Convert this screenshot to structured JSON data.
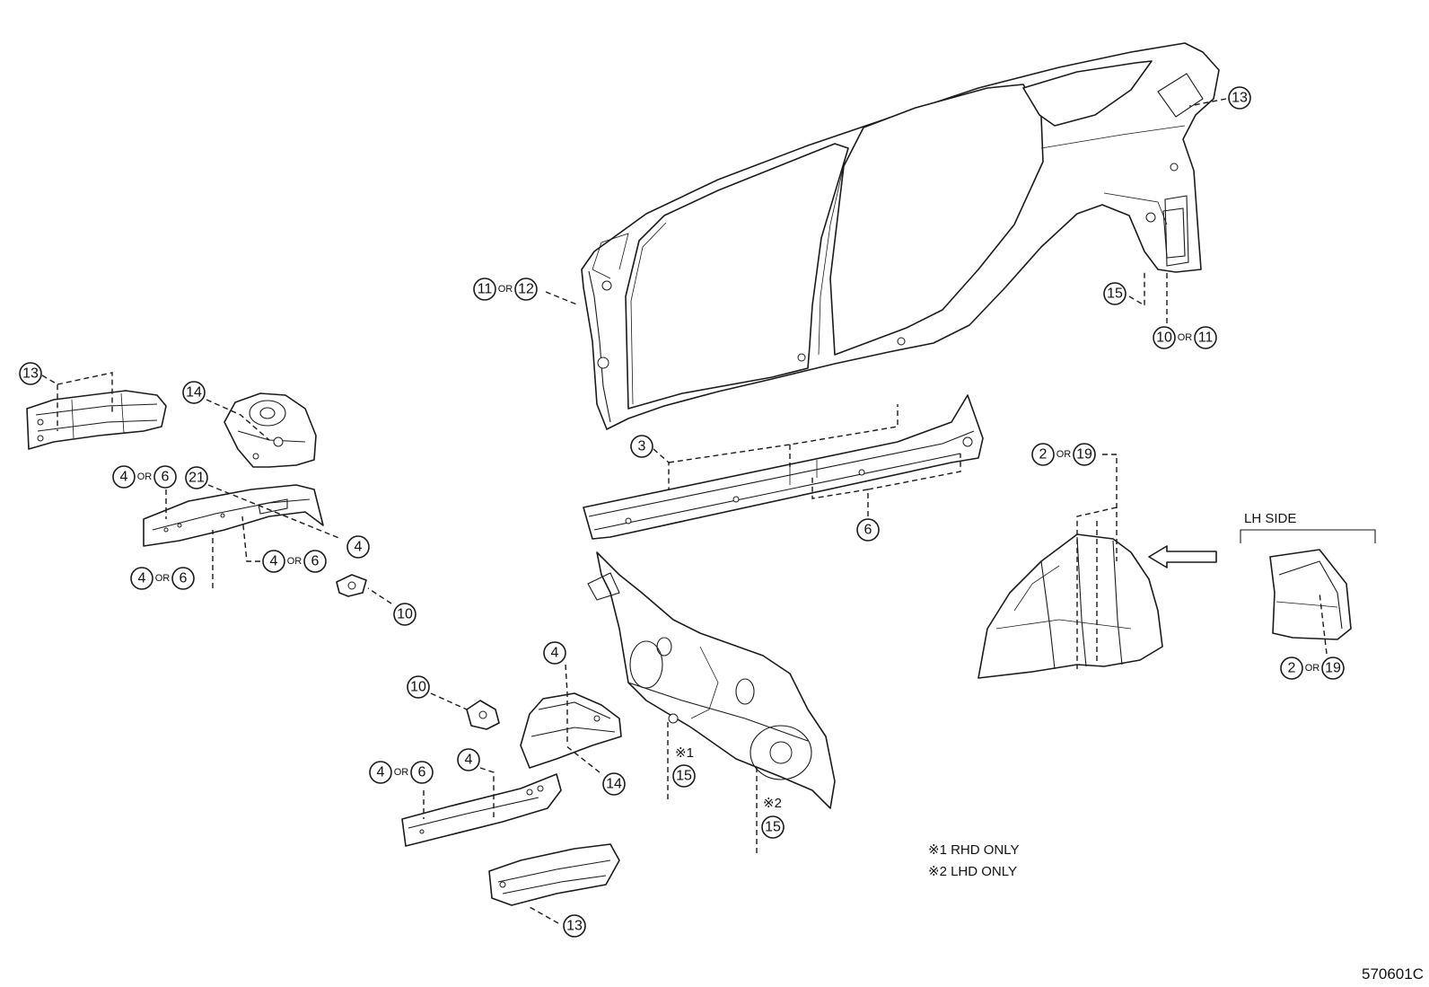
{
  "callouts": [
    {
      "id": "c-13-tr",
      "n": [
        "13"
      ]
    },
    {
      "id": "c-11or12",
      "n": [
        "11",
        "12"
      ],
      "or": "OR"
    },
    {
      "id": "c-15-rear",
      "n": [
        "15"
      ]
    },
    {
      "id": "c-10or11",
      "n": [
        "10",
        "11"
      ],
      "or": "OR"
    },
    {
      "id": "c-3",
      "n": [
        "3"
      ]
    },
    {
      "id": "c-6-rocker",
      "n": [
        "6"
      ]
    },
    {
      "id": "c-2or19-top",
      "n": [
        "2",
        "19"
      ],
      "or": "OR"
    },
    {
      "id": "c-2or19-lh",
      "n": [
        "2",
        "19"
      ],
      "or": "OR"
    },
    {
      "id": "c-13-left",
      "n": [
        "13"
      ]
    },
    {
      "id": "c-14-left",
      "n": [
        "14"
      ]
    },
    {
      "id": "c-4or6-a",
      "n": [
        "4",
        "6"
      ],
      "or": "OR"
    },
    {
      "id": "c-21",
      "n": [
        "21"
      ]
    },
    {
      "id": "c-4-right",
      "n": [
        "4"
      ]
    },
    {
      "id": "c-4or6-b",
      "n": [
        "4",
        "6"
      ],
      "or": "OR"
    },
    {
      "id": "c-4or6-c",
      "n": [
        "4",
        "6"
      ],
      "or": "OR"
    },
    {
      "id": "c-10-left",
      "n": [
        "10"
      ]
    },
    {
      "id": "c-10-mid",
      "n": [
        "10"
      ]
    },
    {
      "id": "c-4-apron",
      "n": [
        "4"
      ]
    },
    {
      "id": "c-14-mid",
      "n": [
        "14"
      ]
    },
    {
      "id": "c-4or6-d",
      "n": [
        "4",
        "6"
      ],
      "or": "OR"
    },
    {
      "id": "c-4-rail",
      "n": [
        "4"
      ]
    },
    {
      "id": "c-15-rhd",
      "n": [
        "15"
      ]
    },
    {
      "id": "c-15-lhd",
      "n": [
        "15"
      ]
    },
    {
      "id": "c-13-bottom",
      "n": [
        "13"
      ]
    }
  ],
  "marks": {
    "rhd": "※1",
    "lhd": "※2"
  },
  "notes": {
    "rhd_only": "※1 RHD ONLY",
    "lhd_only": "※2 LHD ONLY"
  },
  "lh_side_label": "LH SIDE",
  "diagram_code": "570601C"
}
